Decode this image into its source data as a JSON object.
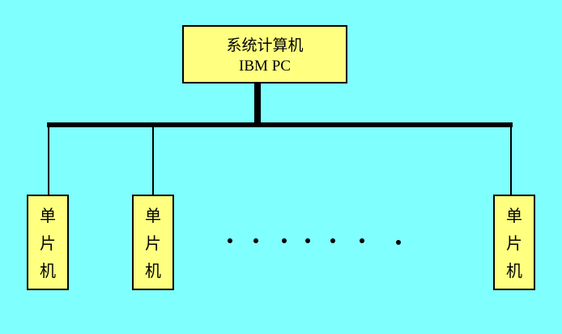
{
  "host": {
    "line1": "系统计算机",
    "line2": "IBM PC"
  },
  "nodes": [
    {
      "chars": [
        "单",
        "片",
        "机"
      ]
    },
    {
      "chars": [
        "单",
        "片",
        "机"
      ]
    },
    {
      "chars": [
        "单",
        "片",
        "机"
      ]
    }
  ]
}
